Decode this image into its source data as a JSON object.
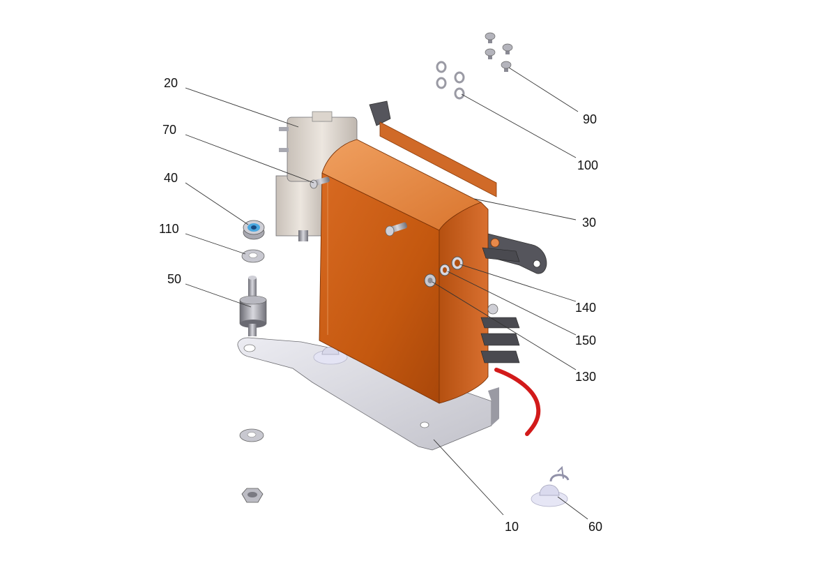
{
  "callouts": {
    "p10": "10",
    "p20": "20",
    "p30": "30",
    "p40": "40",
    "p50": "50",
    "p60": "60",
    "p70": "70",
    "p90": "90",
    "p100": "100",
    "p110": "110",
    "p130": "130",
    "p140": "140",
    "p150": "150"
  },
  "colors": {
    "heater_body": "#c95a14",
    "heater_top": "#e8894a",
    "bracket": "#c9c9cf",
    "steel_dark": "#4a4a50",
    "valve": "#d8d2cc",
    "cable": "#d21a1a",
    "suction_cup": "#e6e6f5",
    "insulator_blue": "#4aa8e0"
  }
}
